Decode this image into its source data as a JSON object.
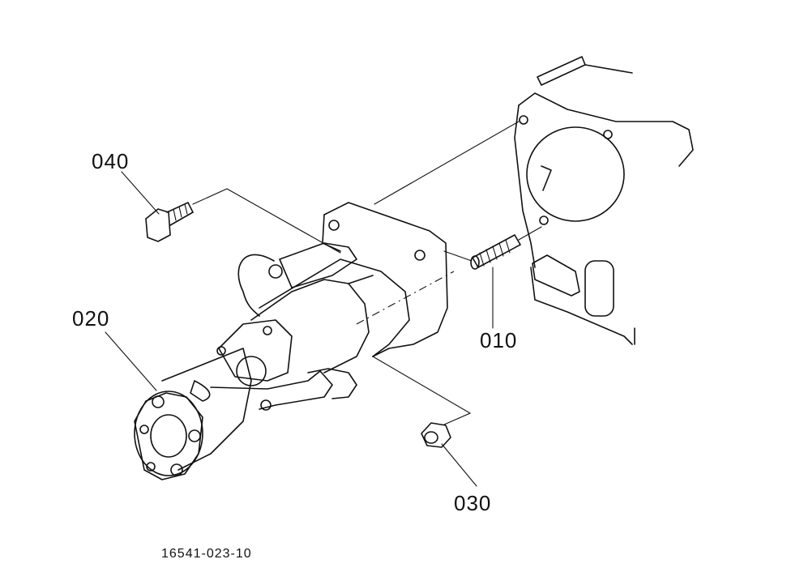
{
  "callouts": {
    "c010": "010",
    "c020": "020",
    "c030": "030",
    "c040": "040"
  },
  "drawing_number": "16541-023-10"
}
